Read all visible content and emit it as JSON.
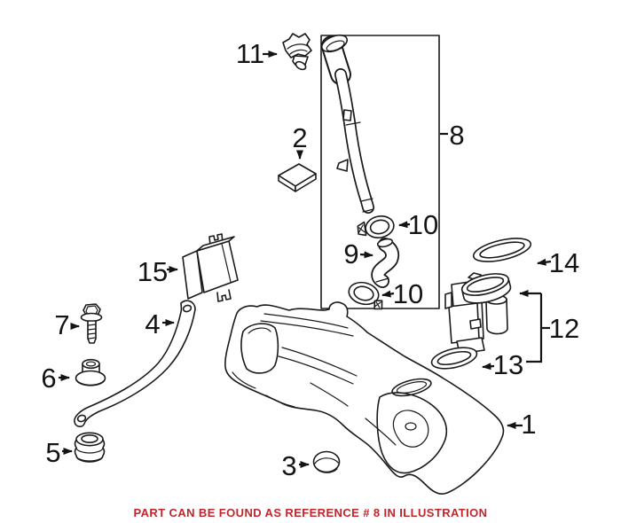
{
  "illustration": {
    "footer_note": "PART CAN BE FOUND AS REFERENCE # 8 IN ILLUSTRATION",
    "callouts": [
      {
        "ref": "1"
      },
      {
        "ref": "2"
      },
      {
        "ref": "3"
      },
      {
        "ref": "4"
      },
      {
        "ref": "5"
      },
      {
        "ref": "6"
      },
      {
        "ref": "7"
      },
      {
        "ref": "8"
      },
      {
        "ref": "9"
      },
      {
        "ref": "10"
      },
      {
        "ref": "10"
      },
      {
        "ref": "11"
      },
      {
        "ref": "12"
      },
      {
        "ref": "13"
      },
      {
        "ref": "14"
      },
      {
        "ref": "15"
      }
    ],
    "colors": {
      "line": "#1a1a1a",
      "label": "#141414",
      "note": "#c0262c",
      "background": "#ffffff"
    }
  }
}
